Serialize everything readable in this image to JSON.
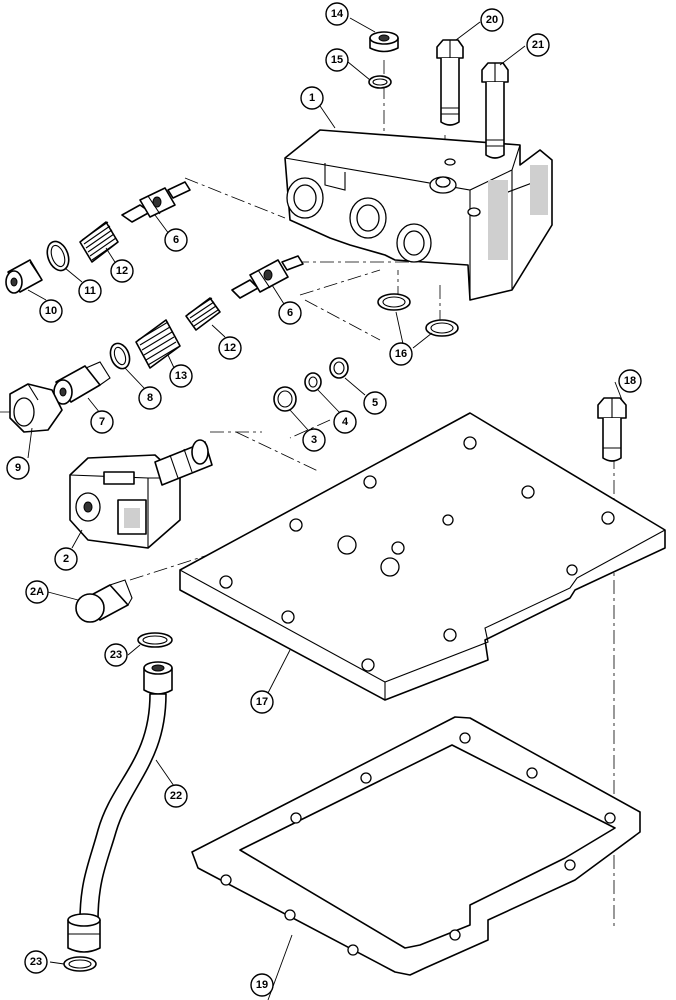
{
  "callouts": [
    {
      "id": "c14",
      "label": "14"
    },
    {
      "id": "c20",
      "label": "20"
    },
    {
      "id": "c21",
      "label": "21"
    },
    {
      "id": "c15",
      "label": "15"
    },
    {
      "id": "c1",
      "label": "1"
    },
    {
      "id": "c6a",
      "label": "6"
    },
    {
      "id": "c12a",
      "label": "12"
    },
    {
      "id": "c11",
      "label": "11"
    },
    {
      "id": "c10",
      "label": "10"
    },
    {
      "id": "c6b",
      "label": "6"
    },
    {
      "id": "c16",
      "label": "16"
    },
    {
      "id": "c12b",
      "label": "12"
    },
    {
      "id": "c13",
      "label": "13"
    },
    {
      "id": "c8",
      "label": "8"
    },
    {
      "id": "c7",
      "label": "7"
    },
    {
      "id": "c5",
      "label": "5"
    },
    {
      "id": "c4",
      "label": "4"
    },
    {
      "id": "c3",
      "label": "3"
    },
    {
      "id": "c18",
      "label": "18"
    },
    {
      "id": "c9",
      "label": "9"
    },
    {
      "id": "c2",
      "label": "2"
    },
    {
      "id": "c2A",
      "label": "2A"
    },
    {
      "id": "c23a",
      "label": "23"
    },
    {
      "id": "c17",
      "label": "17"
    },
    {
      "id": "c22",
      "label": "22"
    },
    {
      "id": "c19",
      "label": "19"
    },
    {
      "id": "c23b",
      "label": "23"
    }
  ]
}
